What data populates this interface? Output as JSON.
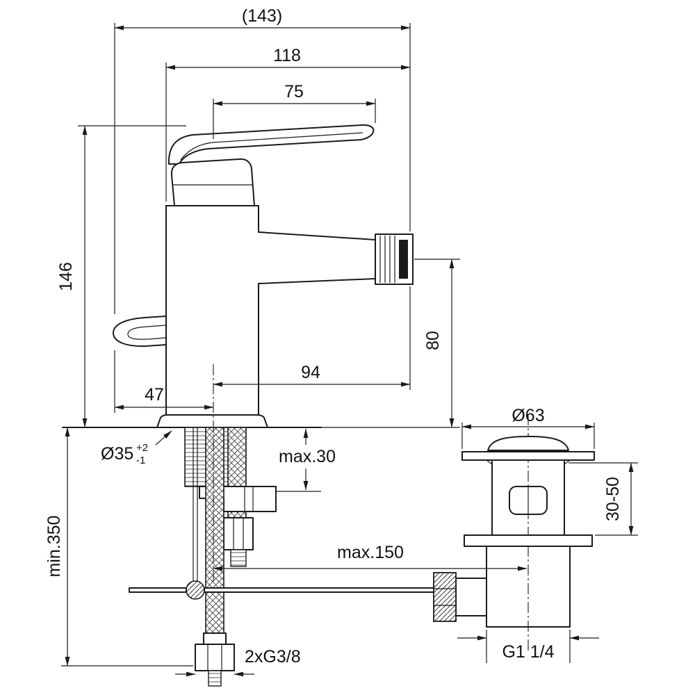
{
  "drawing": {
    "type": "technical-dimension-drawing",
    "subject": "single-lever bidet mixer with pop-up waste",
    "colors": {
      "line": "#1a1a1a",
      "background": "#ffffff"
    },
    "dimensions": {
      "overall_depth": "(143)",
      "body_to_spout_tip": "118",
      "handle_projection": "75",
      "body_height": "146",
      "spout_outlet_height": "80",
      "spout_projection": "94",
      "rear_projection": "47",
      "mounting_hole_diameter": "Ø35",
      "mounting_hole_tol_upper": "+2",
      "mounting_hole_tol_lower": "-1",
      "max_deck_thickness": "max.30",
      "min_hose_length": "min.350",
      "max_rod_reach": "max.150",
      "hose_connection": "2xG3/8",
      "waste_flange_diameter": "Ø63",
      "waste_height_adjustment": "30-50",
      "waste_thread": "G1 1/4"
    }
  }
}
